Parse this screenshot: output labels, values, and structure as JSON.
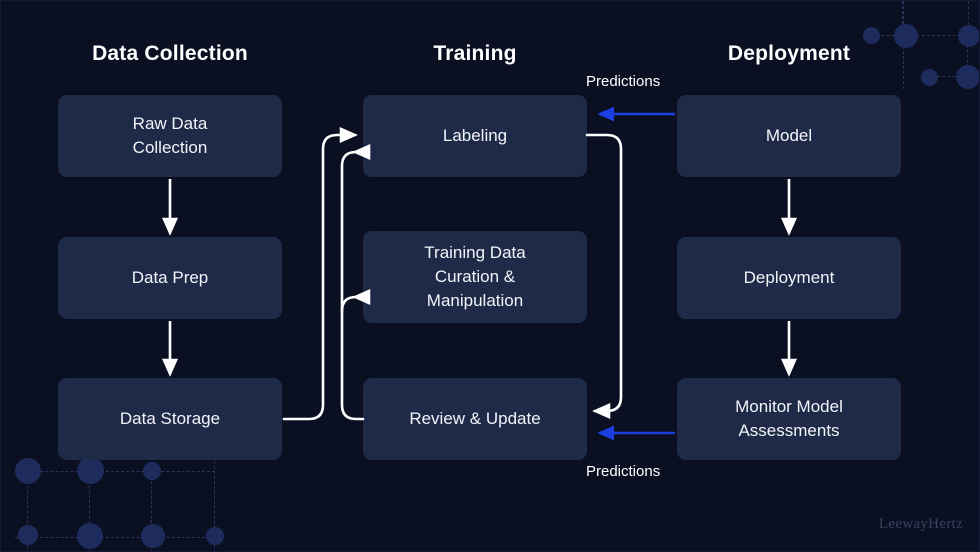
{
  "diagram": {
    "background_color": "#0b0f22",
    "node_color": "#1e2a47",
    "arrow_color": "#ffffff",
    "prediction_arrow_color": "#1b3fe0",
    "watermark": "LeewayHertz"
  },
  "columns": [
    {
      "id": "data-collection",
      "title": "Data Collection",
      "nodes": [
        {
          "id": "raw-data-collection",
          "label": "Raw Data\nCollection"
        },
        {
          "id": "data-prep",
          "label": "Data Prep"
        },
        {
          "id": "data-storage",
          "label": "Data Storage"
        }
      ]
    },
    {
      "id": "training",
      "title": "Training",
      "nodes": [
        {
          "id": "labeling",
          "label": "Labeling"
        },
        {
          "id": "training-data-curation",
          "label": "Training Data\nCuration &\nManipulation"
        },
        {
          "id": "review-and-update",
          "label": "Review & Update"
        }
      ]
    },
    {
      "id": "deployment",
      "title": "Deployment",
      "nodes": [
        {
          "id": "model",
          "label": "Model"
        },
        {
          "id": "deployment",
          "label": "Deployment"
        },
        {
          "id": "monitor-model-assessments",
          "label": "Monitor Model\nAssessments"
        }
      ]
    }
  ],
  "edge_labels": {
    "predictions_top": "Predictions",
    "predictions_bottom": "Predictions"
  }
}
